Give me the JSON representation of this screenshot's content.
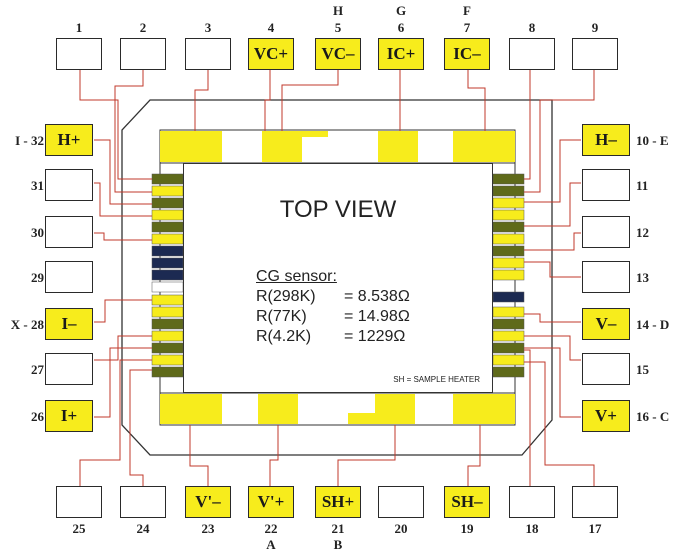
{
  "center": {
    "title": "TOP VIEW",
    "sensor_title": "CG sensor:",
    "readings": [
      {
        "label": "R(298K)",
        "value": "= 8.538Ω"
      },
      {
        "label": "R(77K)",
        "value": "= 14.98Ω"
      },
      {
        "label": "R(4.2K)",
        "value": "= 1229Ω"
      }
    ],
    "note": "SH = SAMPLE HEATER"
  },
  "colors": {
    "pad_yellow": "#f7ec1c",
    "contact_green": "#5f6a1a",
    "contact_navy": "#1c2a52",
    "wire_red": "#c0392b"
  },
  "top_pins": [
    {
      "num": "1",
      "alt": "",
      "label": ""
    },
    {
      "num": "2",
      "alt": "",
      "label": ""
    },
    {
      "num": "3",
      "alt": "",
      "label": ""
    },
    {
      "num": "4",
      "alt": "",
      "label": "VC+"
    },
    {
      "num": "5",
      "alt": "H",
      "label": "VC–"
    },
    {
      "num": "6",
      "alt": "G",
      "label": "IC+"
    },
    {
      "num": "7",
      "alt": "F",
      "label": "IC–"
    },
    {
      "num": "8",
      "alt": "",
      "label": ""
    },
    {
      "num": "9",
      "alt": "",
      "label": ""
    }
  ],
  "bottom_pins": [
    {
      "num": "25",
      "alt": "",
      "label": ""
    },
    {
      "num": "24",
      "alt": "",
      "label": ""
    },
    {
      "num": "23",
      "alt": "",
      "label": "V'–"
    },
    {
      "num": "22",
      "alt": "A",
      "label": "V'+"
    },
    {
      "num": "21",
      "alt": "B",
      "label": "SH+"
    },
    {
      "num": "20",
      "alt": "",
      "label": ""
    },
    {
      "num": "19",
      "alt": "",
      "label": "SH–"
    },
    {
      "num": "18",
      "alt": "",
      "label": ""
    },
    {
      "num": "17",
      "alt": "",
      "label": ""
    }
  ],
  "left_pins": [
    {
      "num": "I - 32",
      "label": "H+"
    },
    {
      "num": "31",
      "label": ""
    },
    {
      "num": "30",
      "label": ""
    },
    {
      "num": "29",
      "label": ""
    },
    {
      "num": "X - 28",
      "label": "I–"
    },
    {
      "num": "27",
      "label": ""
    },
    {
      "num": "26",
      "label": "I+"
    }
  ],
  "right_pins": [
    {
      "num": "10 - E",
      "label": "H–"
    },
    {
      "num": "11",
      "label": ""
    },
    {
      "num": "12",
      "label": ""
    },
    {
      "num": "13",
      "label": ""
    },
    {
      "num": "14 - D",
      "label": "V–"
    },
    {
      "num": "15",
      "label": ""
    },
    {
      "num": "16 - C",
      "label": "V+"
    }
  ]
}
